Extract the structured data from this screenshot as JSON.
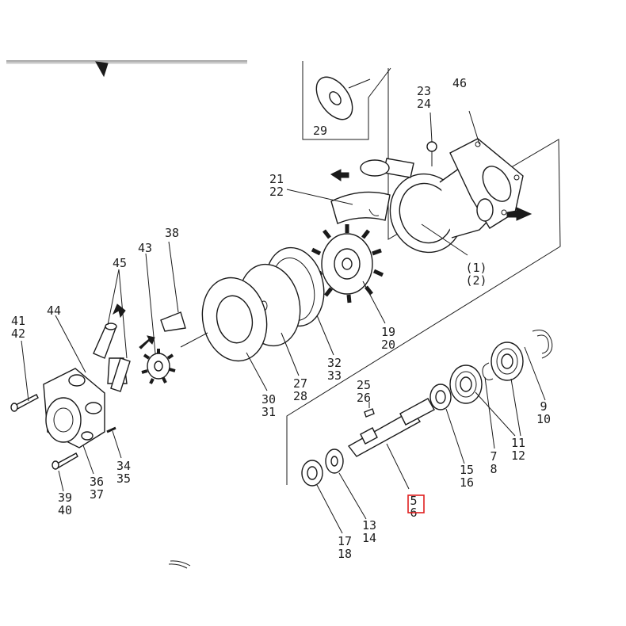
{
  "highlight_color": "#e02020",
  "labels": {
    "p23": "23",
    "p24": "24",
    "p46": "46",
    "p29": "29",
    "p21": "21",
    "p22": "22",
    "p1": "(1)",
    "p2": "(2)",
    "p38": "38",
    "p43": "43",
    "p45": "45",
    "p44": "44",
    "p41": "41",
    "p42": "42",
    "p19": "19",
    "p20": "20",
    "p32": "32",
    "p33": "33",
    "p27": "27",
    "p28": "28",
    "p30": "30",
    "p31": "31",
    "p34": "34",
    "p35": "35",
    "p36": "36",
    "p37": "37",
    "p39": "39",
    "p40": "40",
    "p25": "25",
    "p26": "26",
    "p9": "9",
    "p10": "10",
    "p11": "11",
    "p12": "12",
    "p7": "7",
    "p8": "8",
    "p15": "15",
    "p16": "16",
    "p5": "5",
    "p6": "6",
    "p13": "13",
    "p14": "14",
    "p17": "17",
    "p18": "18"
  }
}
